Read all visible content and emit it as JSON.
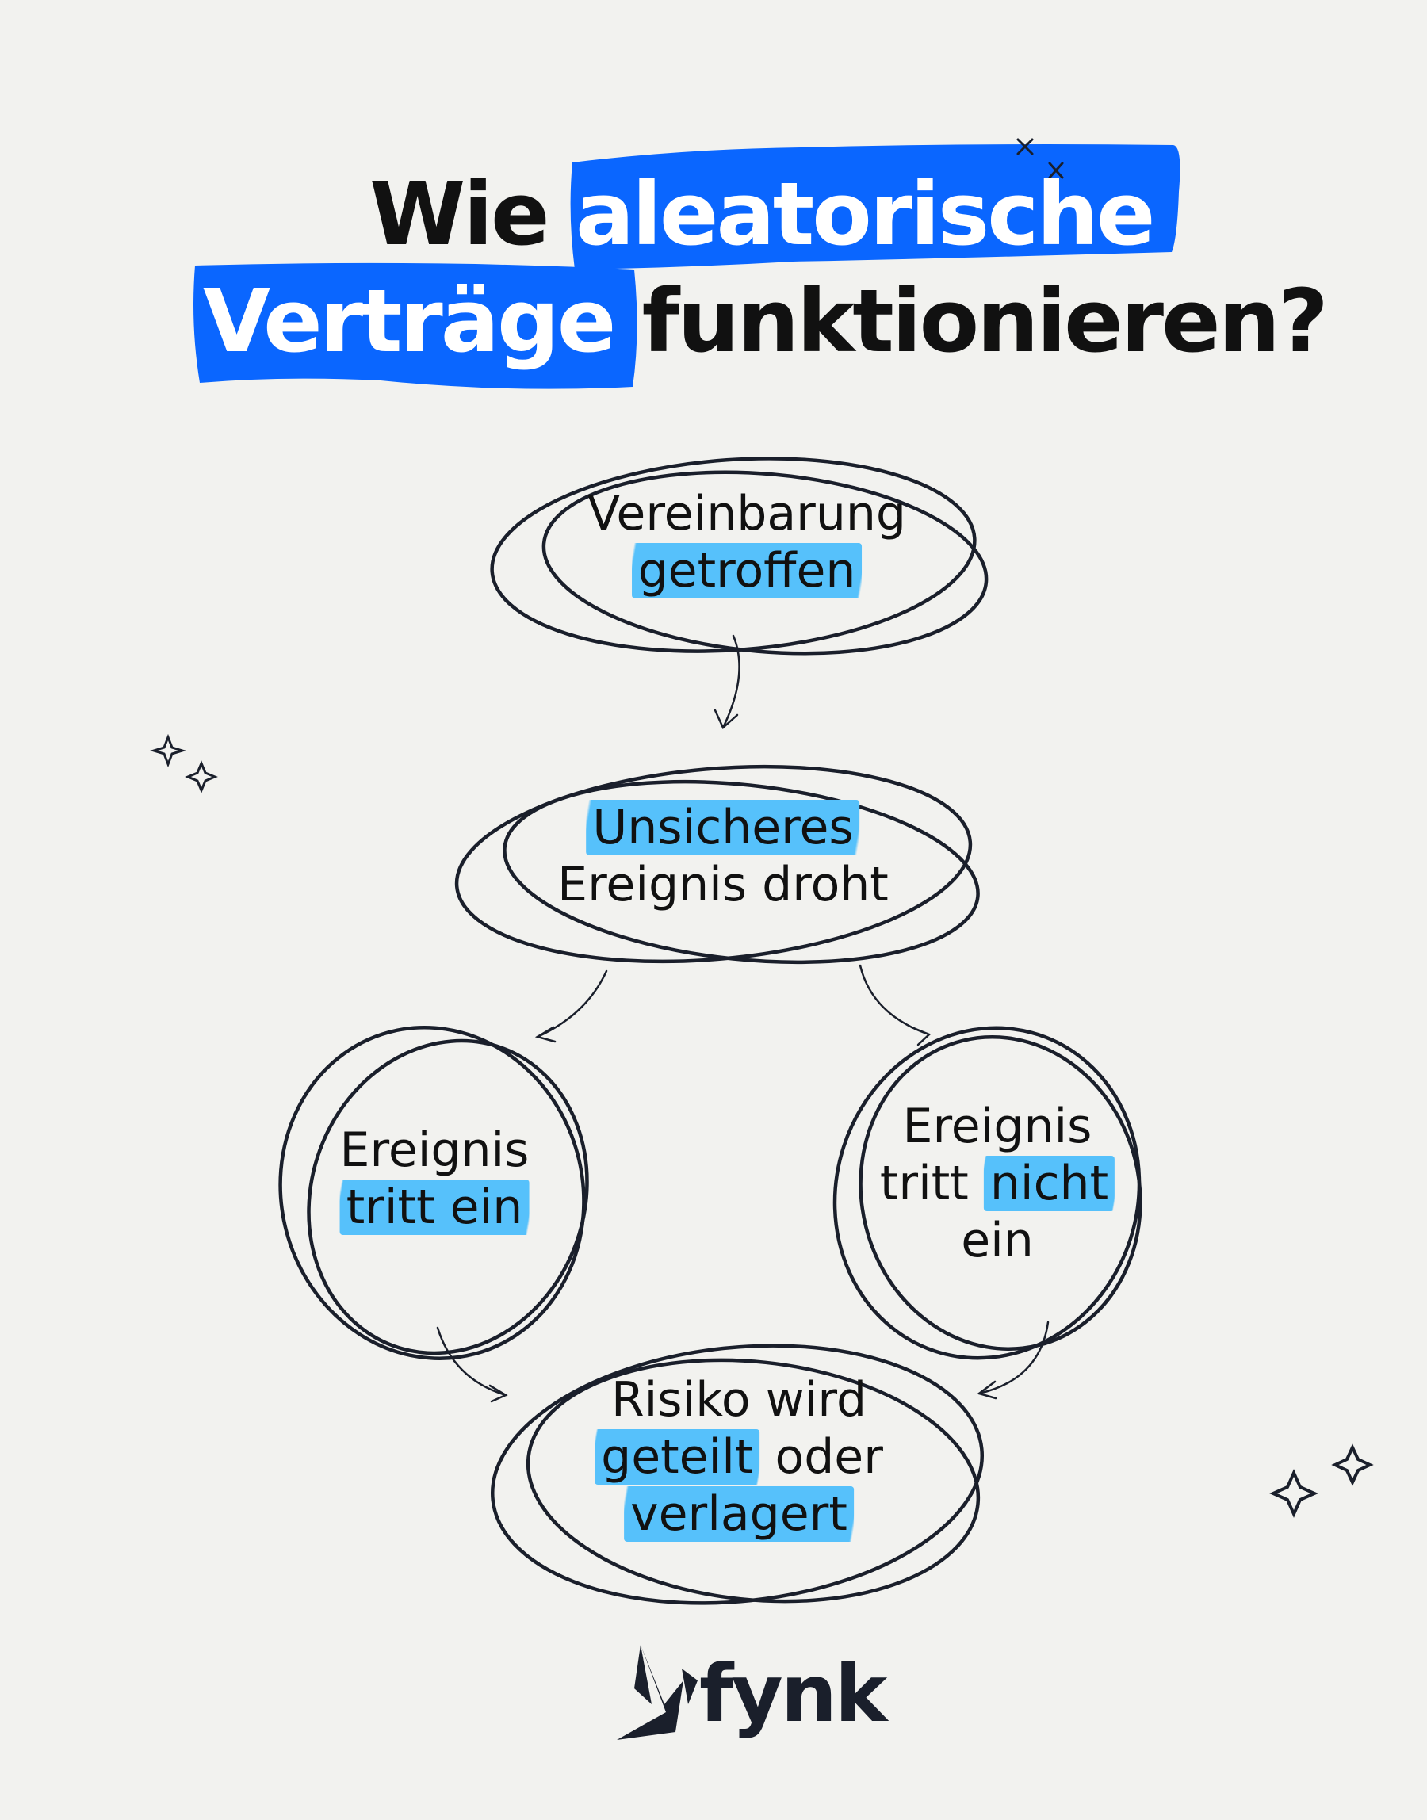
{
  "title": {
    "line1_plain": "Wie",
    "line1_highlight": "aleatorische",
    "line2_highlight": "Verträge",
    "line2_plain": "funktionieren?"
  },
  "nodes": {
    "agreement": {
      "line1": "Vereinbarung",
      "line2": "getroffen"
    },
    "uncertain": {
      "line1": "Unsicheres",
      "line2": "Ereignis droht"
    },
    "occurs": {
      "line1": "Ereignis",
      "line2": "tritt ein"
    },
    "not_occurs": {
      "line1": "Ereignis",
      "line2a": "tritt",
      "line2b": "nicht",
      "line3": "ein"
    },
    "risk": {
      "line1": "Risiko wird",
      "line2a": "geteilt",
      "line2b": "oder",
      "line3": "verlagert"
    }
  },
  "logo": {
    "name": "fynk"
  },
  "colors": {
    "background": "#f2f2ef",
    "brand_blue": "#0a66ff",
    "highlight": "#56c1fb",
    "ink": "#1a1f2b"
  }
}
